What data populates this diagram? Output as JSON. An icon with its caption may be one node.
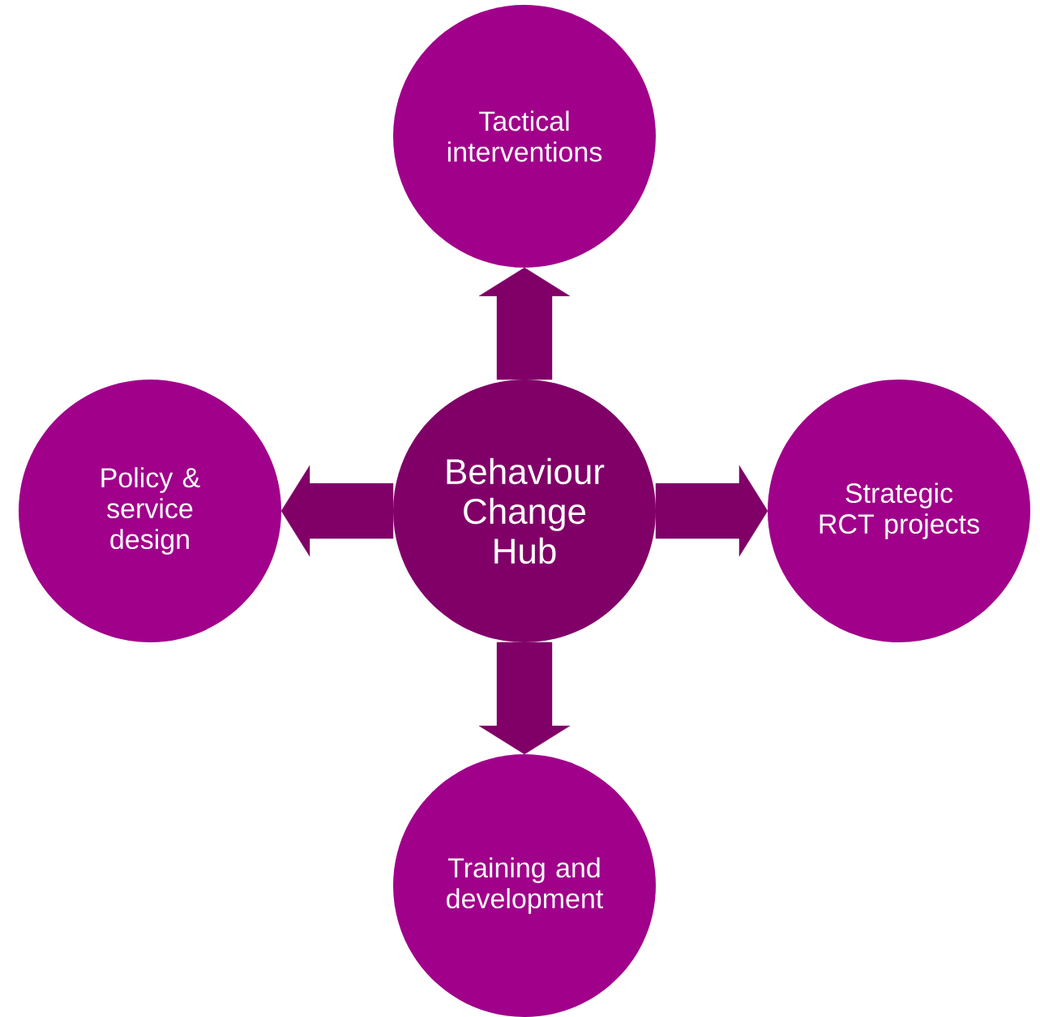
{
  "diagram": {
    "nodes": [
      {
        "text": [
          "Behaviour Change Hub"
        ]
      },
      {
        "text": [
          "Tactical interventions"
        ]
      },
      {
        "text": [
          "Policy & service design"
        ]
      },
      {
        "text": [
          "Strategic RCT projects"
        ]
      },
      {
        "text": [
          "Training and development"
        ]
      }
    ],
    "edges": [
      {
        "from": 0,
        "to": 1,
        "arrow": "to"
      },
      {
        "from": 0,
        "to": 2,
        "arrow": "to"
      },
      {
        "from": 0,
        "to": 3,
        "arrow": "to"
      },
      {
        "from": 0,
        "to": 4,
        "arrow": "to"
      }
    ]
  }
}
